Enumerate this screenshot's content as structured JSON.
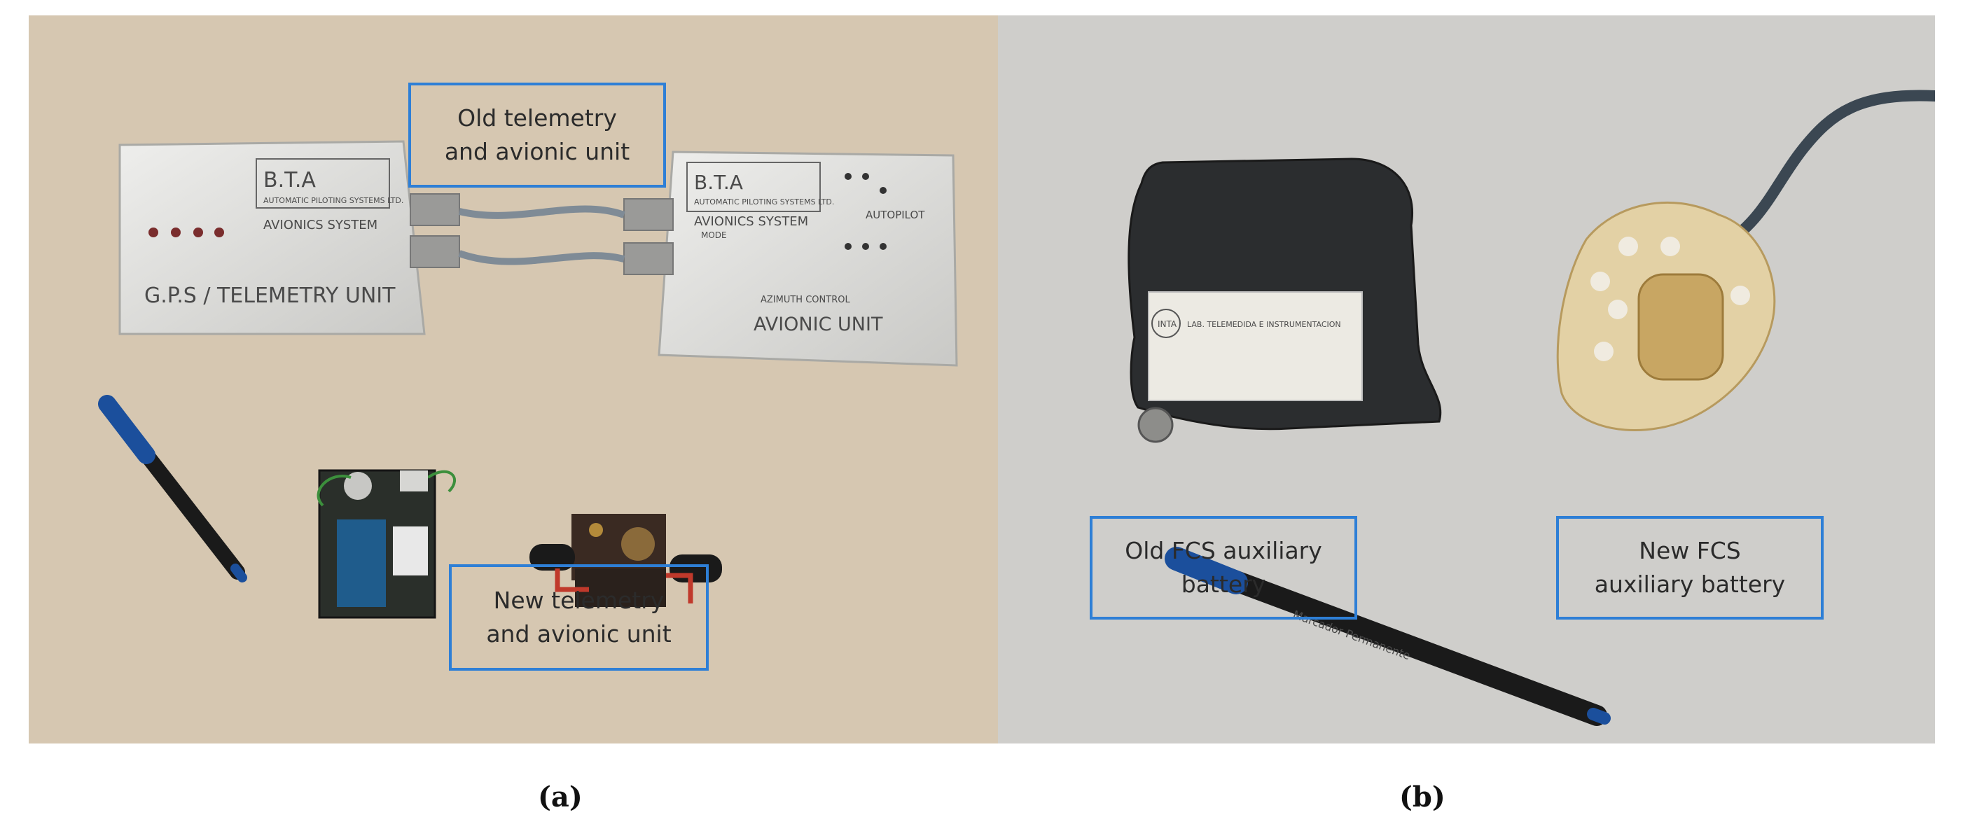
{
  "panels": [
    {
      "caption": "(a)",
      "callouts": [
        {
          "text": "Old telemetry\nand avionic unit"
        },
        {
          "text": "New telemetry\nand avionic unit"
        }
      ],
      "device_labels": {
        "left_unit_brand": "B.T.A",
        "left_unit_subtitle": "AUTOMATIC PILOTING SYSTEMS LTD.",
        "left_unit_name": "AVIONICS SYSTEM",
        "left_unit_title": "G.P.S / TELEMETRY UNIT",
        "right_unit_brand": "B.T.A",
        "right_unit_subtitle": "AUTOMATIC PILOTING SYSTEMS LTD.",
        "right_unit_name": "AVIONICS SYSTEM",
        "right_unit_title": "AVIONIC UNIT",
        "right_unit_section": "AUTOPILOT",
        "right_unit_control": "AZIMUTH CONTROL",
        "right_unit_mode": "MODE"
      }
    },
    {
      "caption": "(b)",
      "callouts": [
        {
          "text": "Old FCS auxiliary\nbattery"
        },
        {
          "text": "New FCS\nauxiliary battery"
        }
      ],
      "device_labels": {
        "battery_logo": "INTA",
        "battery_lab": "LAB. TELEMEDIDA E INSTRUMENTACION",
        "pen_text": "Marcador Permanente"
      }
    }
  ],
  "colors": {
    "callout_border": "#2e7fd6",
    "panel_a_background": "#d6c7b1",
    "panel_b_background": "#cfcecb"
  }
}
